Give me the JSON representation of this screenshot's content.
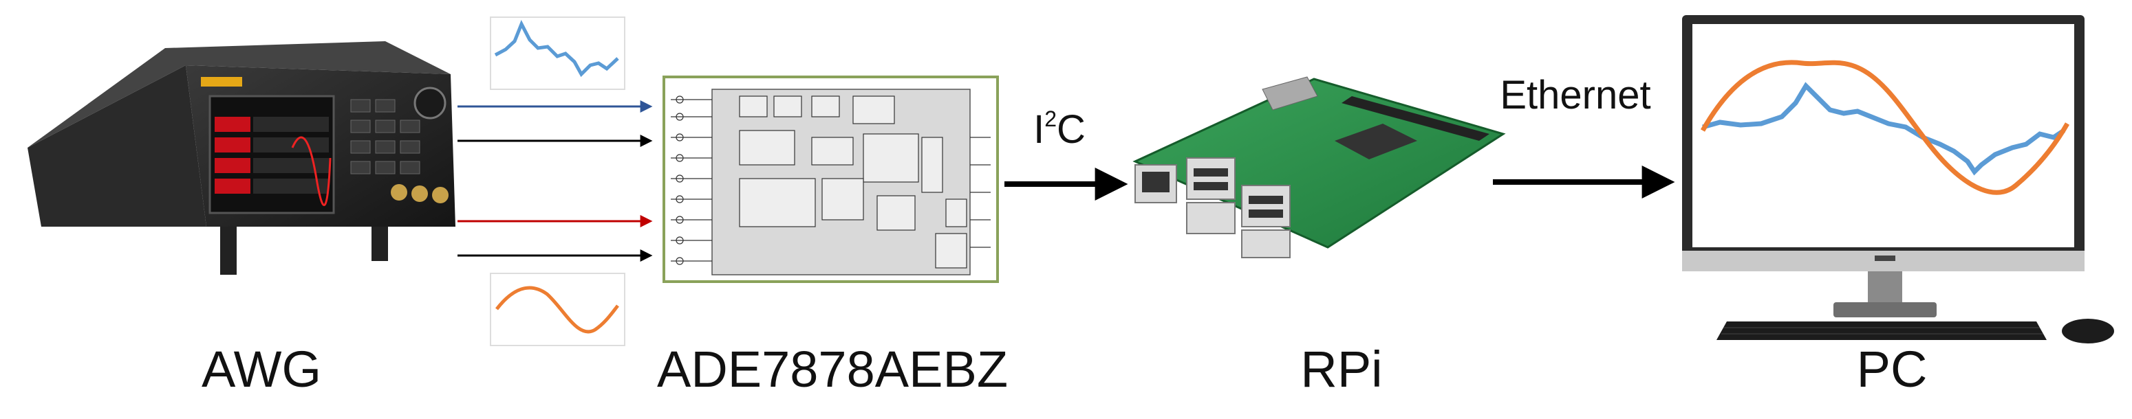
{
  "labels": {
    "awg": "AWG",
    "ade": "ADE7878AEBZ",
    "rpi": "RPi",
    "pc": "PC",
    "i2c_base": "I",
    "i2c_sup": "2",
    "i2c_tail": "C",
    "ethernet": "Ethernet"
  },
  "colors": {
    "blue": "#5b9bd5",
    "orange": "#ed7d31",
    "arrow_blue": "#2f5597",
    "arrow_red": "#c00000",
    "board_border": "#8aa25a"
  }
}
